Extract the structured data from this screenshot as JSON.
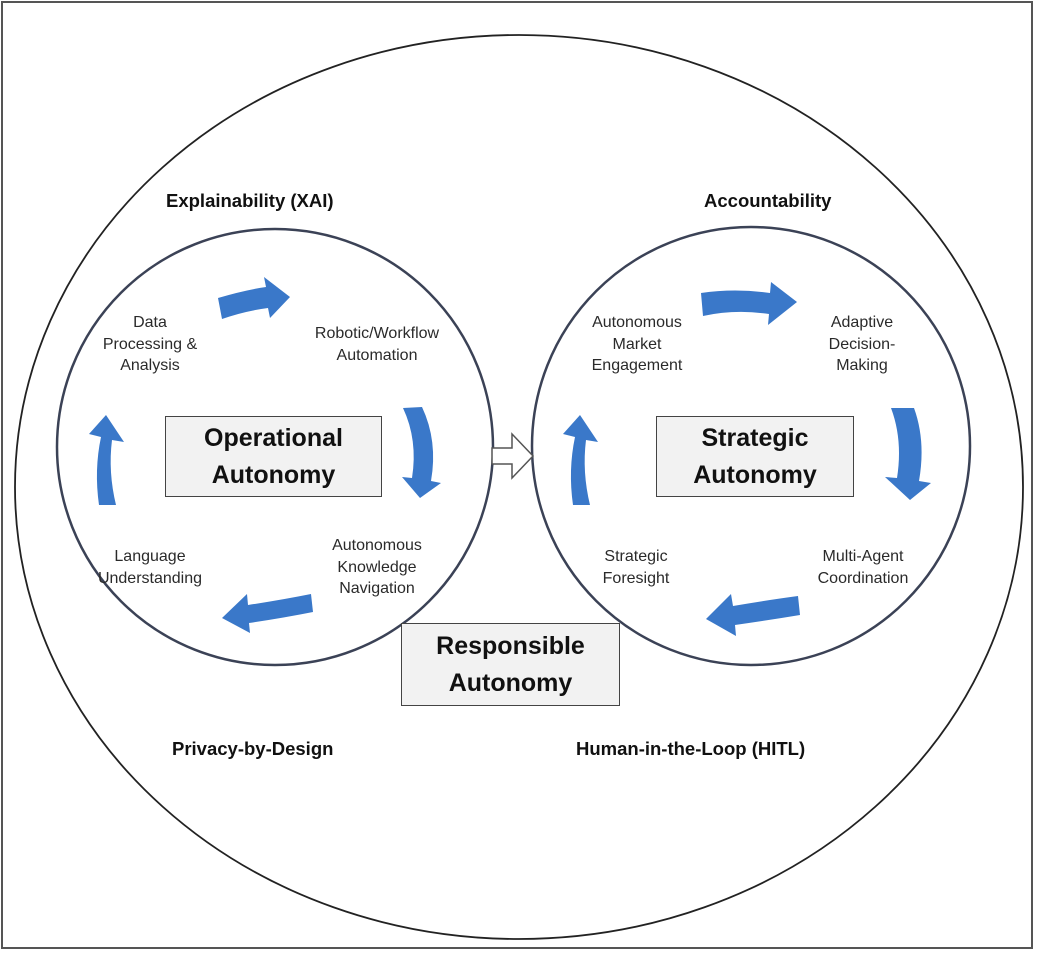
{
  "principles": {
    "explainability": "Explainability (XAI)",
    "accountability": "Accountability",
    "privacy": "Privacy-by-Design",
    "hitl": "Human-in-the-Loop (HITL)"
  },
  "operational": {
    "title": "Operational\nAutonomy",
    "steps": {
      "data": "Data\nProcessing &\nAnalysis",
      "robotic": "Robotic/Workflow\nAutomation",
      "knowledge": "Autonomous\nKnowledge\nNavigation",
      "language": "Language\nUnderstanding"
    }
  },
  "strategic": {
    "title": "Strategic\nAutonomy",
    "steps": {
      "market": "Autonomous\nMarket\nEngagement",
      "adaptive": "Adaptive\nDecision-\nMaking",
      "multiagent": "Multi-Agent\nCoordination",
      "foresight": "Strategic\nForesight"
    }
  },
  "center": {
    "title": "Responsible\nAutonomy"
  },
  "colors": {
    "arrow": "#3a78c9",
    "circle_stroke": "#3b4256",
    "box_fill": "#f2f2f2"
  }
}
